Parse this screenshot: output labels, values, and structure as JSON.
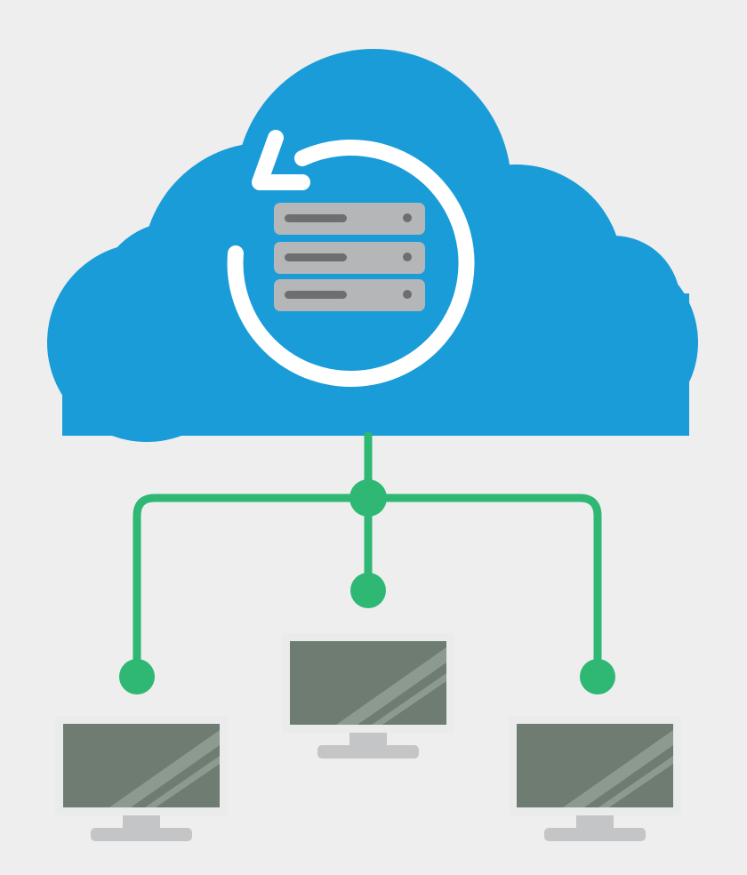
{
  "diagram": {
    "kind": "cloud-backup-network",
    "colors": {
      "background": "#eeeeee",
      "cloud": "#1a9cd8",
      "sync_arrow": "#ffffff",
      "server_body": "#b4b6b7",
      "server_detail": "#6d6e70",
      "connector": "#2eb873",
      "monitor_bezel": "#e9ecea",
      "monitor_screen": "#6e7c72",
      "monitor_glare": "#8d9a90",
      "monitor_stand": "#c4c5c6"
    },
    "cloud": {
      "icon": "cloud-icon"
    },
    "sync": {
      "icon": "refresh-arrow-icon"
    },
    "server": {
      "icon": "server-rack-icon",
      "units": 3
    },
    "network": {
      "icon": "network-connector-icon",
      "branches": 3
    },
    "computers": [
      {
        "icon": "monitor-icon",
        "position": "left"
      },
      {
        "icon": "monitor-icon",
        "position": "center"
      },
      {
        "icon": "monitor-icon",
        "position": "right"
      }
    ]
  }
}
